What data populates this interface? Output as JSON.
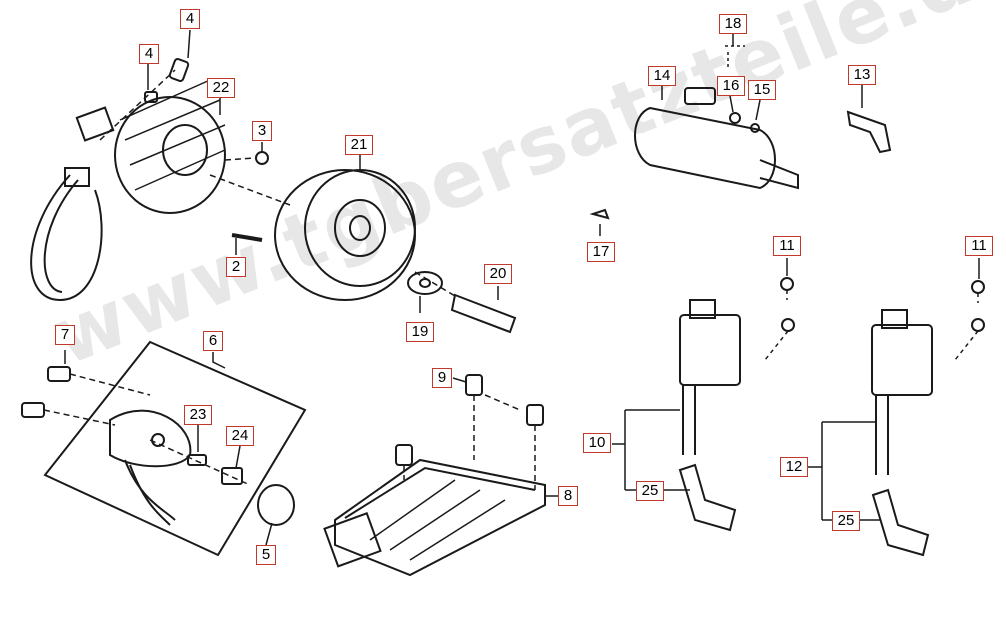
{
  "colors": {
    "callout_border": "#c0392b",
    "line": "#1a1a1a",
    "watermark": "#aaaaaa"
  },
  "watermark": "www.tgbersatzteile.de",
  "callouts": {
    "p4a": "4",
    "p4b": "4",
    "p22": "22",
    "p3": "3",
    "p21": "21",
    "p2": "2",
    "p20": "20",
    "p19": "19",
    "p18": "18",
    "p14": "14",
    "p16": "16",
    "p15": "15",
    "p13": "13",
    "p17": "17",
    "p11a": "11",
    "p11b": "11",
    "p7": "7",
    "p6": "6",
    "p9": "9",
    "p23": "23",
    "p24": "24",
    "p8": "8",
    "p10": "10",
    "p25a": "25",
    "p12": "12",
    "p25b": "25",
    "p5": "5"
  }
}
